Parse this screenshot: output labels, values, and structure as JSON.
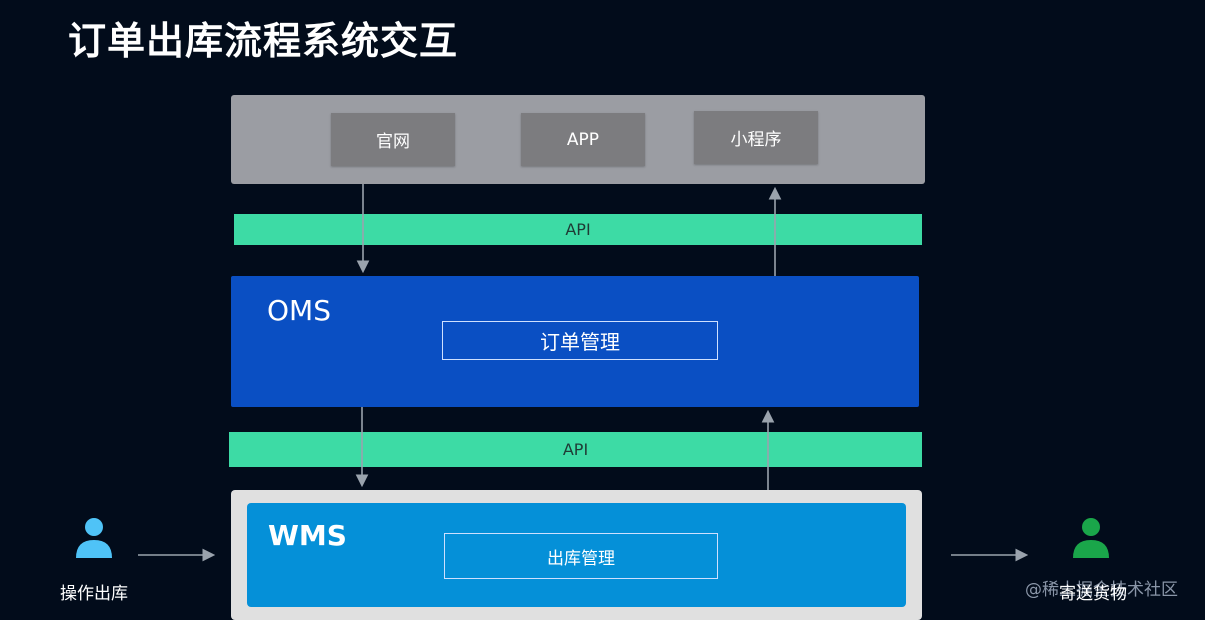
{
  "title": "订单出库流程系统交互",
  "channels": [
    "官网",
    "APP",
    "小程序"
  ],
  "api_top": "API",
  "api_bottom": "API",
  "oms": {
    "label": "OMS",
    "module": "订单管理"
  },
  "wms": {
    "label": "WMS",
    "module": "出库管理"
  },
  "actors": {
    "left": "操作出库",
    "right": "寄送货物"
  },
  "watermark": "@稀土掘金技术社区",
  "colors": {
    "background": "#020c1b",
    "api": "#3ddba5",
    "oms": "#0a4fc3",
    "wms": "#0590d8",
    "actor_left": "#4fc3f7",
    "actor_right": "#1aa64a"
  }
}
